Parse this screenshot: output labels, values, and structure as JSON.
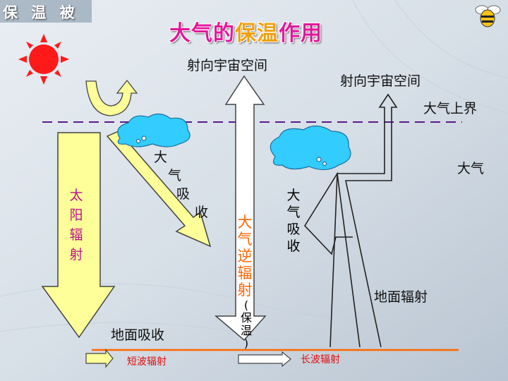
{
  "corner_title": "保 温 被",
  "title": {
    "part1": "大气的",
    "part2": "保温",
    "part3": "作用"
  },
  "labels": {
    "space_center": "射向宇宙空间",
    "space_right": "射向宇宙空间",
    "upper_boundary": "大气上界",
    "atmosphere": "大气",
    "atm_absorb_left": [
      "大",
      "气",
      "吸",
      "收"
    ],
    "atm_absorb_right": [
      "大",
      "气",
      "吸",
      "收"
    ],
    "solar_radiation": [
      "太",
      "阳",
      "辐",
      "射"
    ],
    "counter_radiation": [
      "大",
      "气",
      "逆",
      "辐",
      "射"
    ],
    "counter_paren": [
      "(",
      "保",
      "温",
      ")"
    ],
    "ground_absorb": "地面吸收",
    "ground_radiation": "地面辐射"
  },
  "legend": {
    "shortwave": "短波辐射",
    "longwave": "长波辐射"
  },
  "colors": {
    "solar_arrow": "#ffff99",
    "sun": "#ff1a1a",
    "cloud": "#33ccff",
    "boundary_line": "#5a1a8a",
    "ground_line": "#ff6600",
    "red_text": "#e01010",
    "counter_text": "#ff6600"
  }
}
